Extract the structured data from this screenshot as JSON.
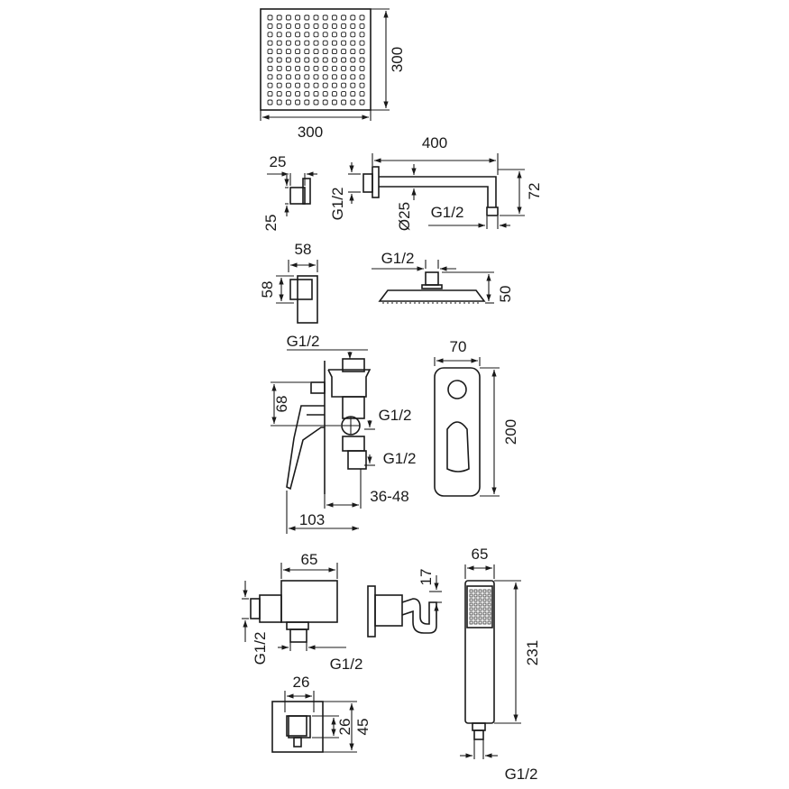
{
  "title": "",
  "dimensions": {
    "head_height": "300",
    "head_width": "300",
    "sq_top": "25",
    "sq_side": "25",
    "arm_len": "400",
    "arm_thread_left": "G1/2",
    "arm_dia": "Ø25",
    "arm_thread_right": "G1/2",
    "arm_drop": "72",
    "flange_top": "58",
    "flange_side": "58",
    "rose_thread": "G1/2",
    "rose_height": "50",
    "mixer_thread_top": "G1/2",
    "mixer_68": "68",
    "mixer_thread_mid": "G1/2",
    "mixer_thread_bot": "G1/2",
    "mixer_depth": "36-48",
    "mixer_103": "103",
    "plate_width": "70",
    "plate_height": "200",
    "outlet_width": "65",
    "outlet_thread_left": "G1/2",
    "outlet_thread_bottom": "G1/2",
    "holder_17": "17",
    "hand_width": "65",
    "hand_length": "231",
    "hand_thread": "G1/2",
    "cap_width": "26",
    "cap_inner": "26",
    "cap_height": "45"
  },
  "colors": {
    "line": "#1a1a1a",
    "background": "#ffffff"
  }
}
